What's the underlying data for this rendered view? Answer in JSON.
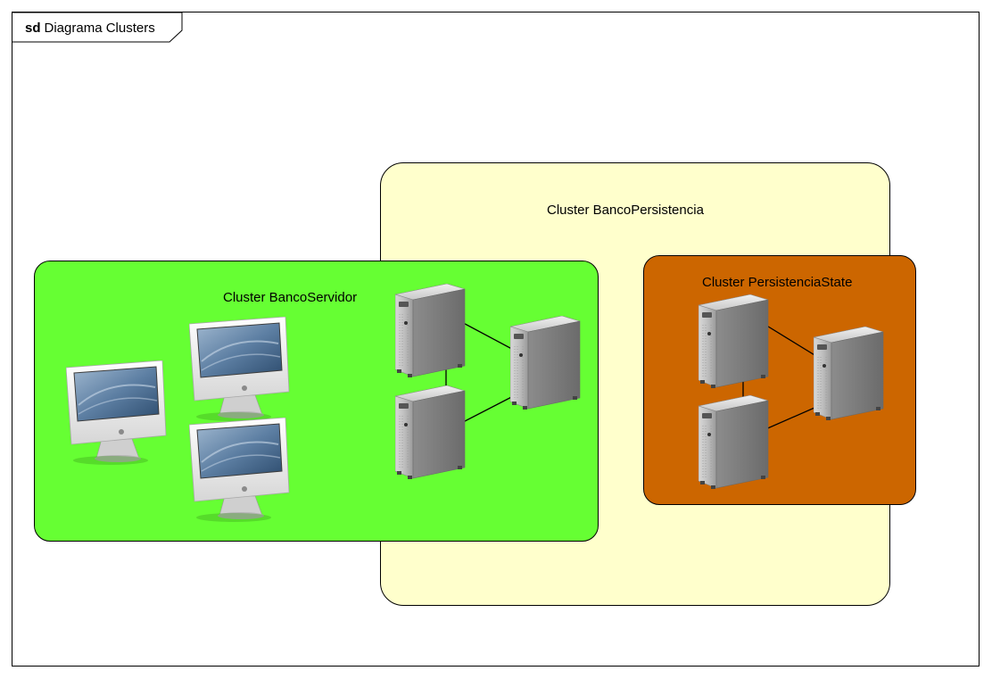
{
  "frame": {
    "keyword": "sd",
    "name": "Diagrama Clusters"
  },
  "clusters": {
    "persistencia": {
      "label": "Cluster BancoPersistencia",
      "fill": "#ffffcc"
    },
    "servidor": {
      "label": "Cluster BancoServidor",
      "fill": "#66ff33"
    },
    "state": {
      "label": "Cluster PersistenciaState",
      "fill": "#cc6600"
    }
  },
  "nodes": {
    "client_icon": "imac-computer-icon",
    "server_icon": "tower-server-icon"
  }
}
